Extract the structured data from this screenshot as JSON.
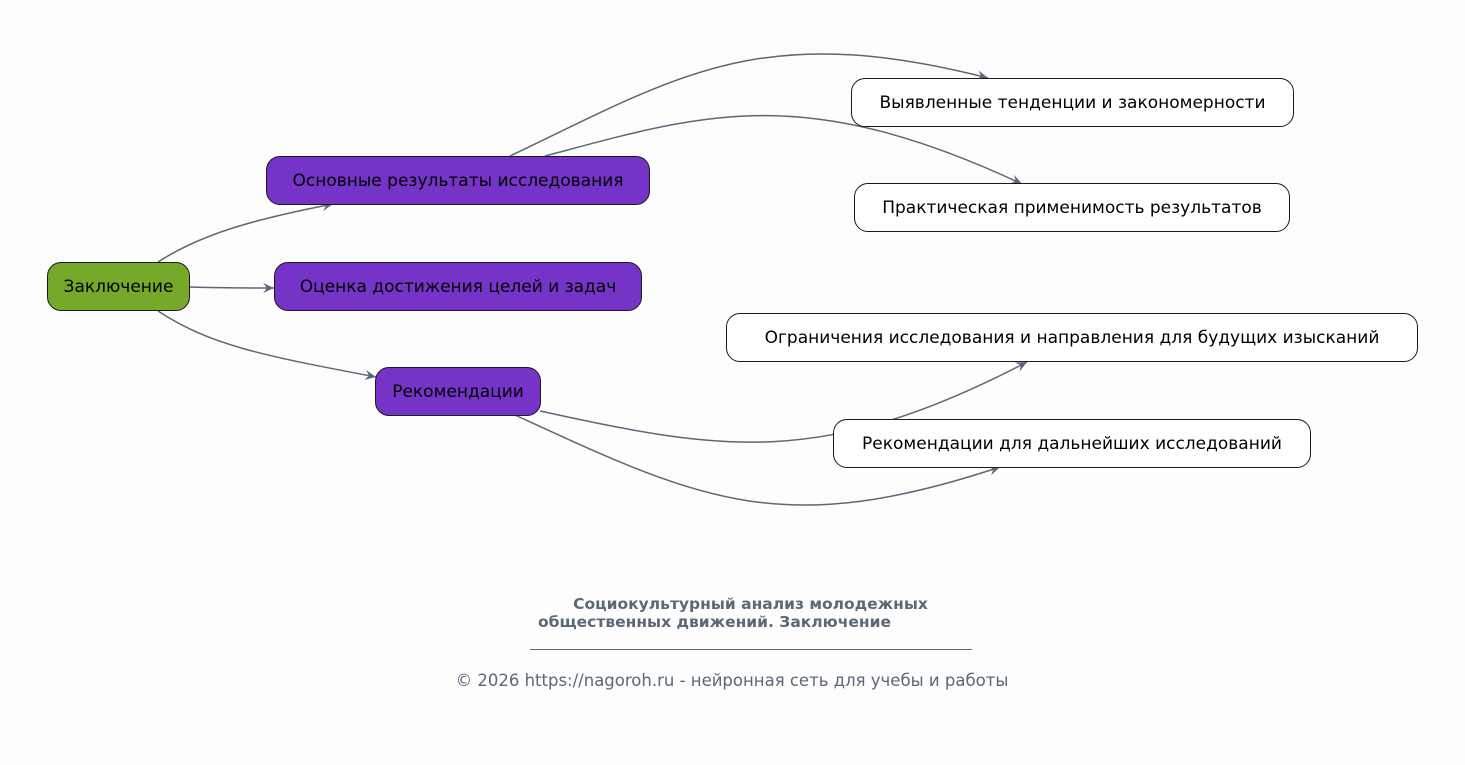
{
  "diagram": {
    "root": {
      "label": "Заключение",
      "color": "#76a829"
    },
    "branches": [
      {
        "label": "Основные результаты исследования",
        "color": "#7533c7"
      },
      {
        "label": "Оценка достижения целей и задач",
        "color": "#7533c7"
      },
      {
        "label": "Рекомендации",
        "color": "#7533c7"
      }
    ],
    "leaves": [
      {
        "label": "Выявленные тенденции и закономерности",
        "parent": "Основные результаты исследования"
      },
      {
        "label": "Практическая применимость результатов",
        "parent": "Основные результаты исследования"
      },
      {
        "label": "Ограничения исследования и направления для будущих изысканий",
        "parent": "Рекомендации"
      },
      {
        "label": "Рекомендации для дальнейших исследований",
        "parent": "Рекомендации"
      }
    ],
    "edge_color": "#5b6877"
  },
  "caption": {
    "title_line1": "Социокультурный анализ молодежных",
    "title_line2": "общественных движений. Заключение",
    "footer": "© 2026 https://nagoroh.ru - нейронная сеть для учебы и работы"
  }
}
